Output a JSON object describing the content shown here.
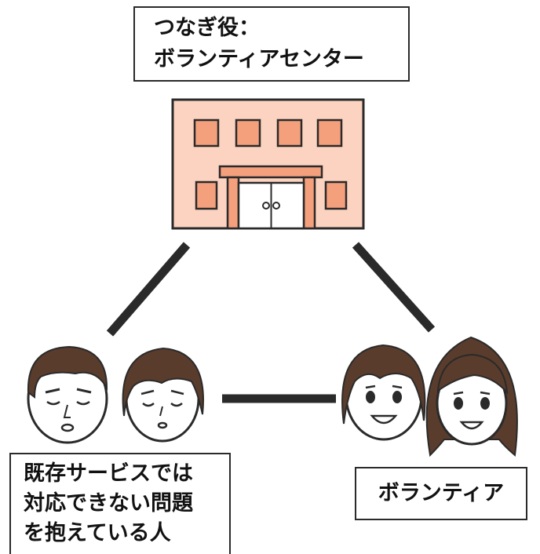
{
  "hub": {
    "label_line1": "つなぎ役：",
    "label_line2": "ボランティアセンター"
  },
  "people_in_need": {
    "label_line1": "既存サービスでは",
    "label_line2": "対応できない問題",
    "label_line3": "を抱えている人"
  },
  "volunteers": {
    "label": "ボランティア"
  },
  "colors": {
    "building_fill": "#fcd3c0",
    "window_fill": "#f5a07c",
    "line": "#2a2a2a",
    "hair": "#5a3c2c"
  }
}
